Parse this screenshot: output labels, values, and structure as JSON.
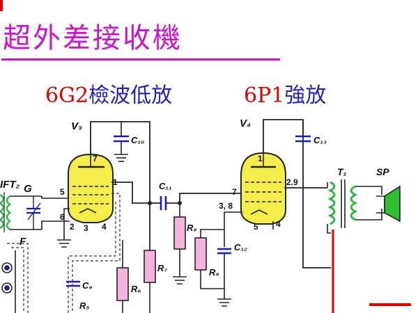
{
  "title": "超外差接收機",
  "stage_left": {
    "tube": "6G2",
    "role": "檢波低放"
  },
  "stage_right": {
    "tube": "6P1",
    "role": "強放"
  },
  "labels": {
    "ift": "IFT₂",
    "g": "G",
    "f": "F",
    "v3": "V₃",
    "v4": "V₄",
    "c10": "C₁₀",
    "c13": "C₁₃",
    "c11": "C₁₁",
    "c9": "C₉",
    "c12": "C₁₂",
    "r5": "R₅",
    "r6": "R₆",
    "r7": "R₇",
    "r8": "R₈",
    "r9": "R₉",
    "t1": "T₁",
    "sp": "SP"
  },
  "pins": {
    "v3_top": "7",
    "v3_a": "5",
    "v3_b": "1",
    "v3_c": "6",
    "v3_d": "2",
    "v3_e": "3",
    "v3_f": "4",
    "v4_top": "1",
    "v4_grid": "7",
    "v4_out": "2.9",
    "v4_mid": "3, 8",
    "v4_c": "5",
    "v4_d": "4"
  },
  "colors": {
    "title": "#d010d0",
    "tube_number": "#e00000",
    "stage_role": "#2020c0",
    "tube_fill": "#f5ee4a",
    "resistor_fill": "#f2b3dc",
    "capacitor": "#1818c8",
    "transformer_core": "#2db84a",
    "speaker": "#2fbf2f",
    "output_wire": "#e00000"
  }
}
